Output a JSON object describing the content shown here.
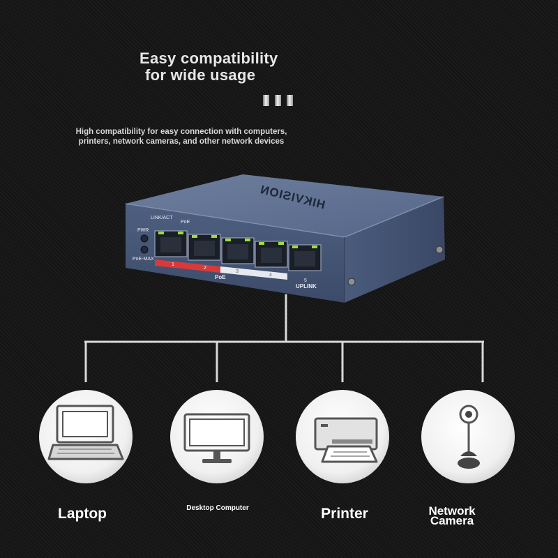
{
  "headline": {
    "line1": "Easy compatibility",
    "line2": "for wide usage"
  },
  "subtext": {
    "line1": "High compatibility for easy connection with computers,",
    "line2": "printers, network cameras, and other network devices"
  },
  "switch": {
    "brand": "HIKVISION",
    "led_labels": {
      "link_act": "LINK/ACT",
      "poe": "PoE",
      "pwr": "PWR",
      "poe_max": "PoE-MAX"
    },
    "ports": [
      "1",
      "2",
      "3",
      "4",
      "5"
    ],
    "poe_group_label": "PoE",
    "uplink_label": "UPLINK"
  },
  "devices": [
    {
      "label": "Laptop",
      "icon": "laptop-icon"
    },
    {
      "label": "Desktop Computer",
      "icon": "desktop-computer-icon"
    },
    {
      "label": "Printer",
      "icon": "printer-icon"
    },
    {
      "label": "Network Camera",
      "icon": "network-camera-icon"
    }
  ],
  "colors": {
    "background": "#181818",
    "switch_body": "#4a5b78",
    "poe_strip_red": "#d83a3a",
    "led_green": "#9be03a",
    "line": "#d9d9d9"
  }
}
